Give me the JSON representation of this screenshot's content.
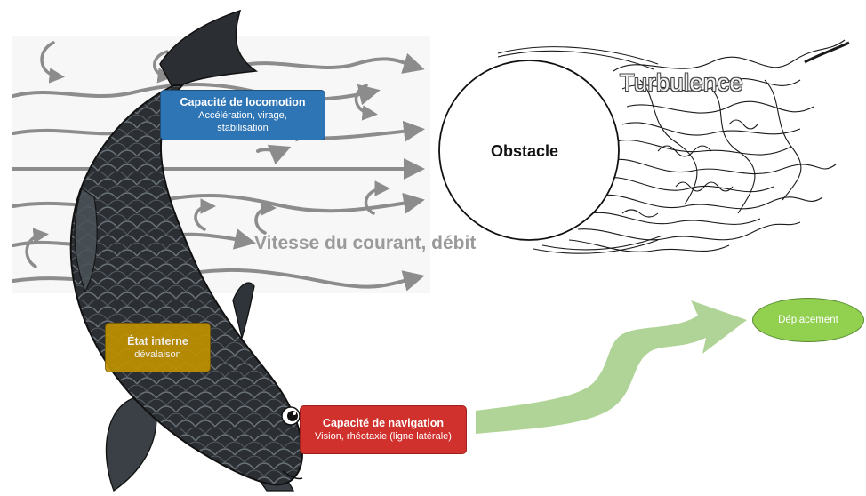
{
  "labels": {
    "locomotion_title": "Capacité de locomotion",
    "locomotion_sub1": "Accélération, virage,",
    "locomotion_sub2": "stabilisation",
    "etat_title": "État interne",
    "etat_sub": "dévalaison",
    "navigation_title": "Capacité de navigation",
    "navigation_sub": "Vision, rhéotaxie (ligne latérale)",
    "obstacle": "Obstacle",
    "turbulence": "Turbulence",
    "vitesse": "Vitesse du courant, débit",
    "deplacement": "Déplacement"
  },
  "colors": {
    "locomotion_box": "#2e75b6",
    "etat_box": "#bf9000",
    "navigation_box": "#d0312d",
    "deplacement_ellipse": "#92d050",
    "flow_arrows": "#8c8c8c",
    "fish_body": "#2b2f33",
    "green_arrow": "#a9d08e"
  },
  "icons": [
    "fish-illustration",
    "flow-arrow",
    "eddy-arrow",
    "obstacle-circle",
    "turbulence-lines",
    "green-curved-arrow"
  ]
}
